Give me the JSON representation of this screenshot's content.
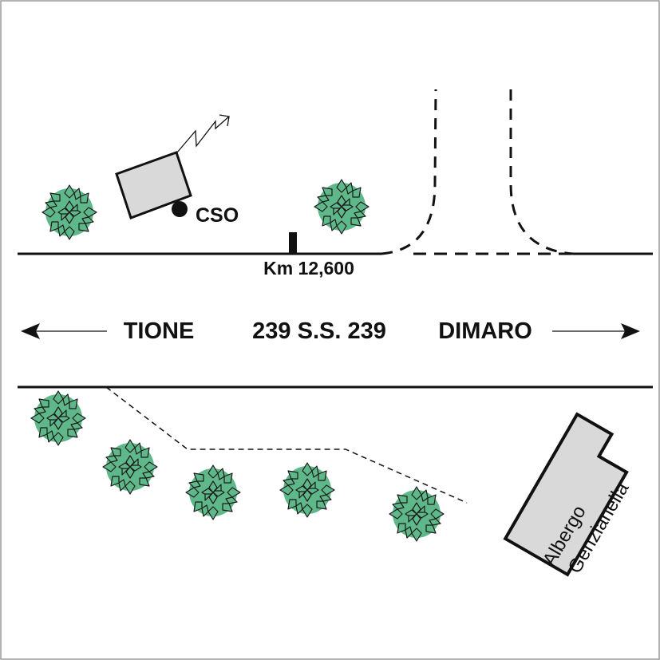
{
  "map": {
    "colors": {
      "road_line": "#111111",
      "tree_fill": "#5fb88a",
      "tree_stroke": "#1a1a1a",
      "building_fill": "#d9d9d9",
      "border": "#999999"
    },
    "road": {
      "number_label": "239 S.S. 239",
      "left_direction": "TIONE",
      "right_direction": "DIMARO"
    },
    "marker": {
      "km_label": "Km 12,600"
    },
    "station": {
      "label": "CSO",
      "icon": "transmitter-station-icon"
    },
    "building": {
      "line1": "Albergo",
      "line2": "Genzianella"
    },
    "tree_icon": "shrub-icon"
  }
}
